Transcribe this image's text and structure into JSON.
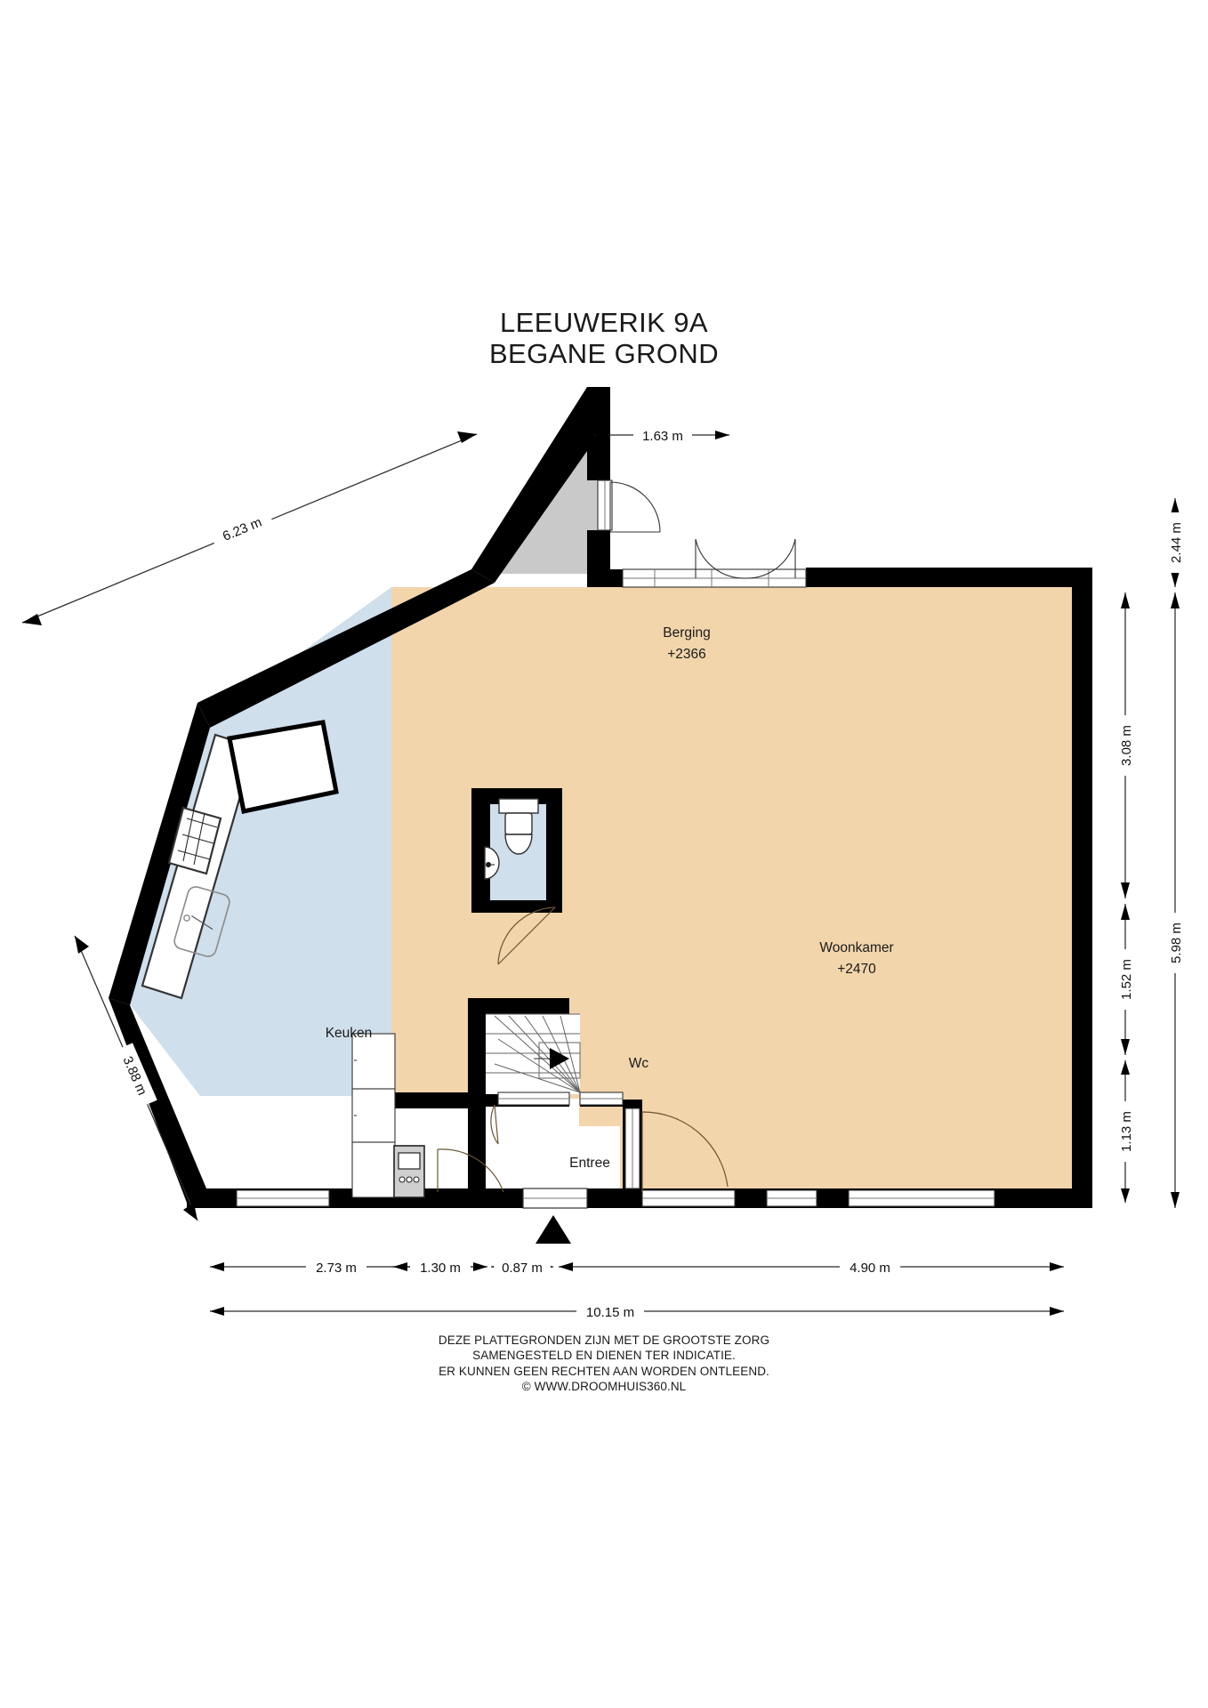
{
  "document": {
    "title_line1": "LEEUWERIK 9A",
    "title_line2": "BEGANE GROND"
  },
  "rooms": [
    {
      "id": "berging",
      "label": "Berging",
      "height_code": "+2366",
      "fill": "#c9c9c9"
    },
    {
      "id": "woonkamer",
      "label": "Woonkamer",
      "height_code": "+2470",
      "fill": "#f2d5ab"
    },
    {
      "id": "keuken",
      "label": "Keuken",
      "height_code": "",
      "fill": "#cfdfec"
    },
    {
      "id": "wc",
      "label": "Wc",
      "height_code": "",
      "fill": "#cfdfec"
    },
    {
      "id": "entree",
      "label": "Entree",
      "height_code": "",
      "fill": "#f2d5ab"
    }
  ],
  "dimensions": {
    "top_center": "1.63 m",
    "diagonal_top_left": "6.23 m",
    "diagonal_left": "3.88 m",
    "right_outer_upper": "2.44 m",
    "right_inner_upper": "3.08 m",
    "right_inner_middle": "1.52 m",
    "right_inner_lower": "1.13 m",
    "right_outer_lower": "5.98 m",
    "bottom_1": "2.73 m",
    "bottom_2": "1.30 m",
    "bottom_3": "0.87 m",
    "bottom_4": "4.90 m",
    "bottom_total": "10.15 m"
  },
  "footer": {
    "line1": "DEZE PLATTEGRONDEN ZIJN MET DE GROOTSTE ZORG",
    "line2": "SAMENGESTELD EN DIENEN TER INDICATIE.",
    "line3": "ER KUNNEN GEEN RECHTEN AAN WORDEN ONTLEEND.",
    "line4": "© WWW.DROOMHUIS360.NL"
  },
  "colors": {
    "wall": "#000000",
    "living_fill": "#f2d5ab",
    "kitchen_fill": "#cfdfec",
    "storage_fill": "#c9c9c9",
    "background": "#ffffff",
    "dimension_line": "#2b2b2b"
  }
}
